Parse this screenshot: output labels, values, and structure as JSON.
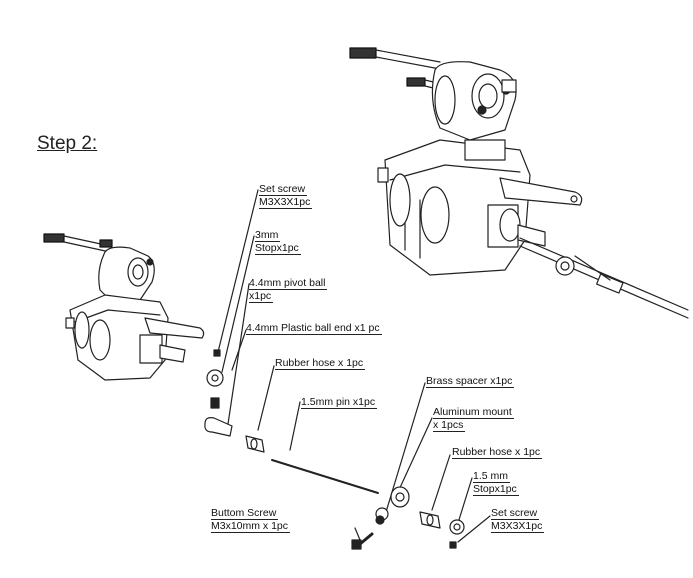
{
  "step_title": "Step 2:",
  "parts": {
    "set_screw_top": {
      "line1": "Set screw",
      "line2": "M3X3X1pc"
    },
    "stop_3mm": {
      "line1": "3mm",
      "line2": "Stopx1pc"
    },
    "pivot_ball": {
      "line1": "4.4mm pivot ball",
      "line2": "x1pc"
    },
    "plastic_ball_end": {
      "line1": "4.4mm Plastic ball end x1 pc"
    },
    "rubber_hose_left": {
      "line1": "Rubber hose x 1pc"
    },
    "pin": {
      "line1": "1.5mm pin x1pc"
    },
    "brass_spacer": {
      "line1": "Brass spacer x1pc"
    },
    "aluminum_mount": {
      "line1": "Aluminum mount",
      "line2": "x 1pcs"
    },
    "rubber_hose_right": {
      "line1": "Rubber hose x 1pc"
    },
    "stop_1_5mm": {
      "line1": "1.5 mm",
      "line2": "Stopx1pc"
    },
    "set_screw_bottom": {
      "line1": "Set screw",
      "line2": "M3X3X1pc"
    },
    "bottom_screw": {
      "line1": "Buttom Screw",
      "line2": "M3x10mm x 1pc"
    }
  }
}
